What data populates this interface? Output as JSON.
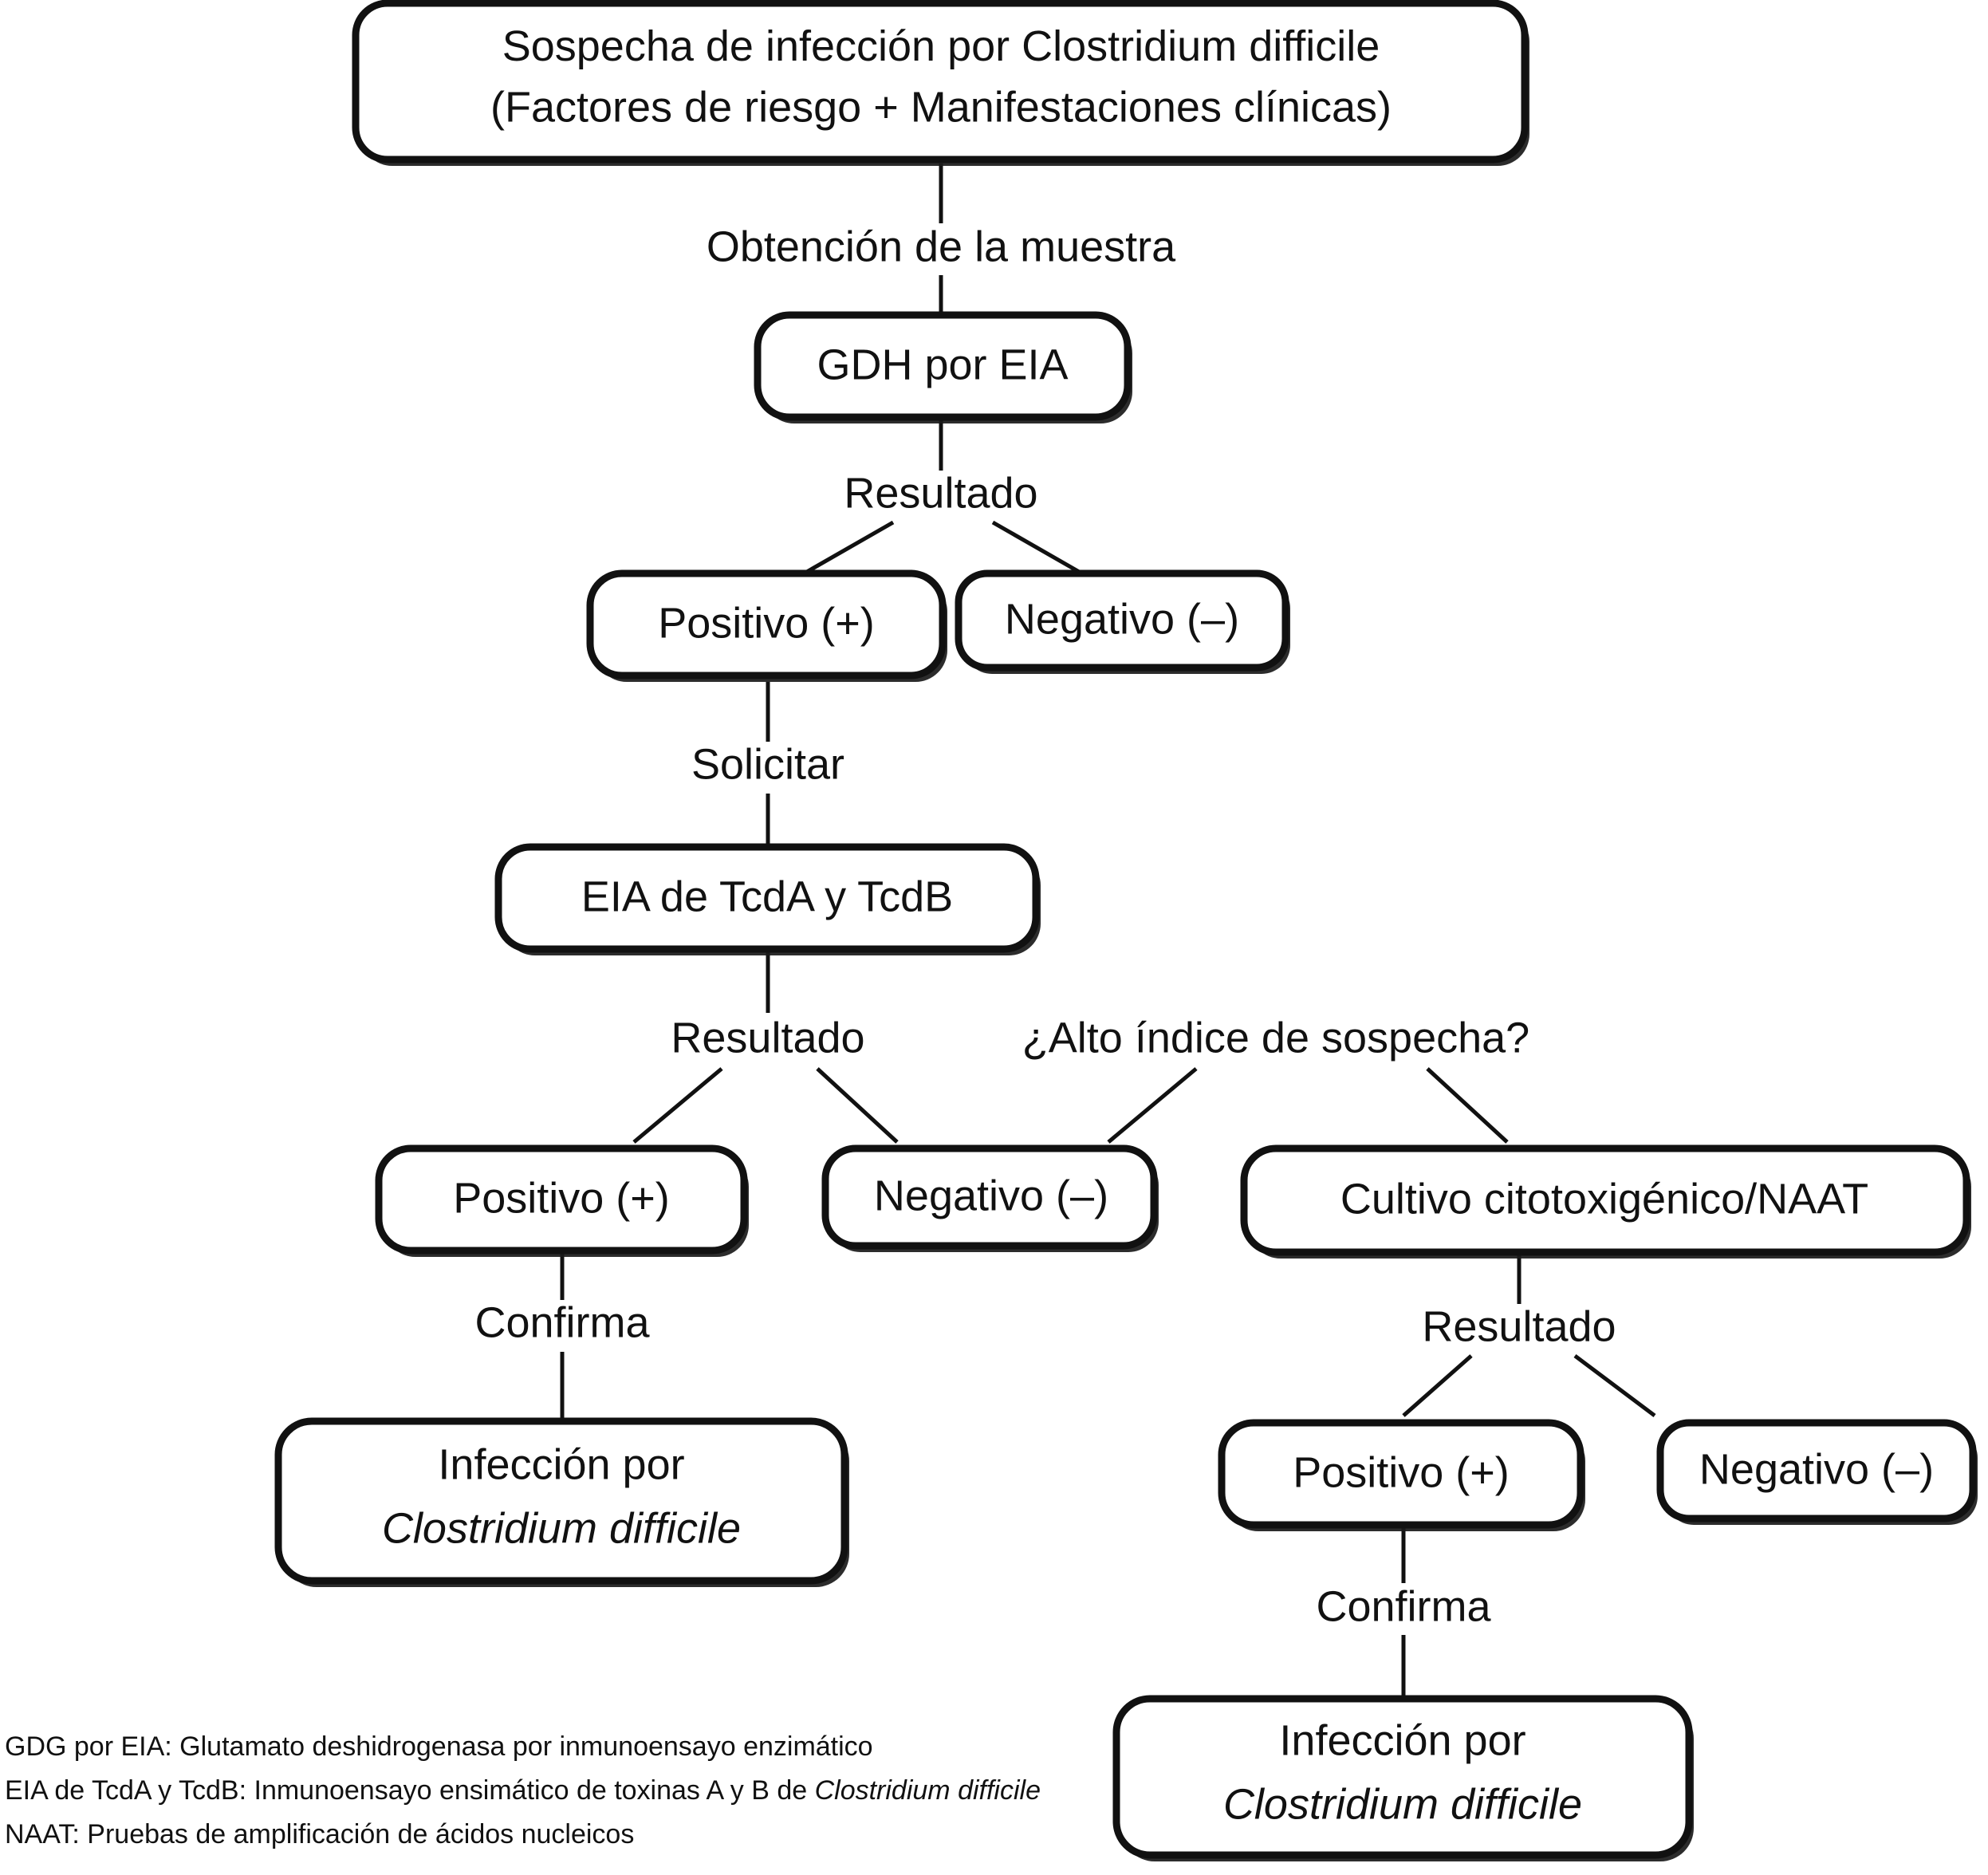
{
  "diagram": {
    "title_node": {
      "line1_prefix": "Sospecha de infección por ",
      "line1_italic": "Clostridium difficile",
      "line2": "(Factores de riesgo + Manifestaciones clínicas)"
    },
    "nodes": {
      "gdh_test": "GDH por EIA",
      "gdh_positive": "Positivo (+)",
      "gdh_negative": "Negativo (–)",
      "eia_test": "EIA de TcdA y TcdB",
      "eia_positive": "Positivo (+)",
      "eia_negative": "Negativo (–)",
      "culture_naat": "Cultivo citotoxigénico/NAAT",
      "culture_positive": "Positivo (+)",
      "culture_negative": "Negativo (–)",
      "infection_left_line1": "Infección por",
      "infection_left_line2": "Clostridium difficile",
      "infection_right_line1": "Infección por",
      "infection_right_line2": "Clostridium difficile"
    },
    "edge_labels": {
      "sample_collection": "Obtención de la muestra",
      "gdh_result": "Resultado",
      "request": "Solicitar",
      "eia_result": "Resultado",
      "high_suspicion": "¿Alto índice de sospecha?",
      "confirms_left": "Confirma",
      "culture_result": "Resultado",
      "confirms_right": "Confirma"
    },
    "legend": {
      "line1": "GDG por EIA: Glutamato deshidrogenasa por inmunoensayo enzimático",
      "line2_prefix": "EIA de TcdA y TcdB: Inmunoensayo ensimático de toxinas A y B de ",
      "line2_italic": "Clostridium difficile",
      "line3": "NAAT: Pruebas de amplificación de ácidos nucleicos"
    },
    "colors": {
      "stroke": "#111111",
      "fill": "#ffffff",
      "background": "#ffffff"
    }
  }
}
